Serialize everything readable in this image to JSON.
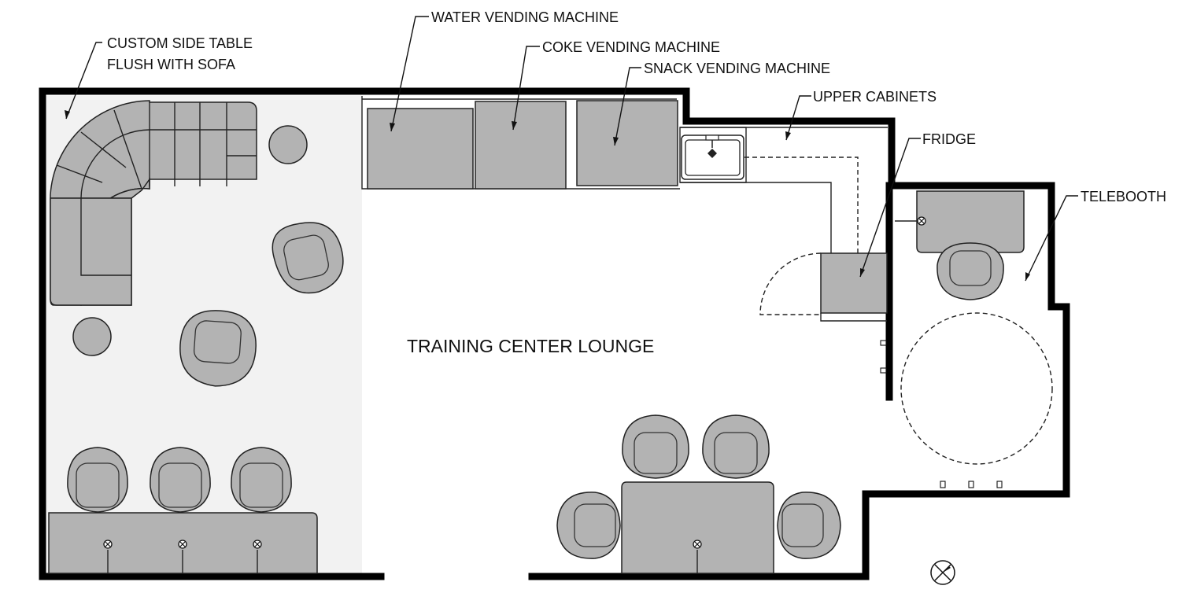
{
  "drawing": {
    "room_label": "TRAINING CENTER LOUNGE",
    "callouts": {
      "side_table_line1": "CUSTOM SIDE TABLE",
      "side_table_line2": "FLUSH WITH SOFA",
      "water_vending": "WATER VENDING MACHINE",
      "coke_vending": "COKE VENDING MACHINE",
      "snack_vending": "SNACK VENDING MACHINE",
      "upper_cabinets": "UPPER CABINETS",
      "fridge": "FRIDGE",
      "telebooth": "TELEBOOTH"
    }
  },
  "colors": {
    "furniture_fill": "#b3b3b3",
    "lounge_floor_fill": "#f2f2f2",
    "wall": "#000000"
  },
  "icons": [
    "floor-outlet-icon",
    "north-arrow-icon",
    "sink-faucet-icon"
  ]
}
